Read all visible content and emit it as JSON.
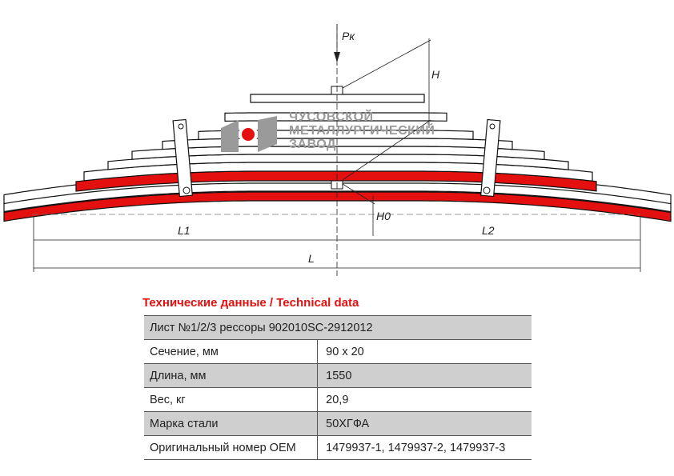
{
  "drawing": {
    "labels": {
      "pk": "Pк",
      "h": "H",
      "h0": "H0",
      "l1": "L1",
      "l2": "L2",
      "l": "L"
    }
  },
  "logo": {
    "line1": "ЧУСОВСКОЙ",
    "line2": "МЕТАЛЛУРГИЧЕСКИЙ",
    "line3": "ЗАВОД",
    "accent": "#e3100f"
  },
  "title": "Технические данные / Technical data",
  "table": {
    "header": "Лист №1/2/3 рессоры 902010SC-2912012",
    "rows": [
      {
        "label": "Сечение, мм",
        "value": "90 x 20"
      },
      {
        "label": "Длина, мм",
        "value": "1550"
      },
      {
        "label": "Вес, кг",
        "value": "20,9"
      },
      {
        "label": "Марка стали",
        "value": "50ХГФА"
      },
      {
        "label": "Оригинальный номер OEM",
        "value": "1479937-1, 1479937-2, 1479937-3"
      }
    ]
  }
}
